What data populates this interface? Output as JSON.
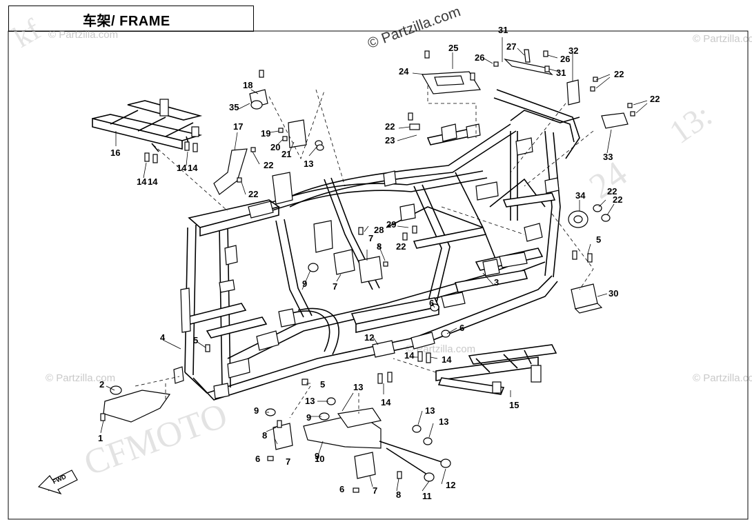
{
  "header": {
    "title": "车架/ FRAME"
  },
  "watermarks": {
    "main": "© Partzilla.com",
    "faint": "© Partzilla.com",
    "brand": "CFMOTO",
    "corner_left": "kf",
    "date_fragment": "24",
    "date_fragment_2": "13:"
  },
  "fwd_label": "FWD",
  "callouts": [
    {
      "id": "1",
      "label": "1"
    },
    {
      "id": "2",
      "label": "2"
    },
    {
      "id": "3",
      "label": "3"
    },
    {
      "id": "4",
      "label": "4"
    },
    {
      "id": "5",
      "label": "5"
    },
    {
      "id": "6",
      "label": "6"
    },
    {
      "id": "7",
      "label": "7"
    },
    {
      "id": "8",
      "label": "8"
    },
    {
      "id": "9",
      "label": "9"
    },
    {
      "id": "10",
      "label": "10"
    },
    {
      "id": "11",
      "label": "11"
    },
    {
      "id": "12",
      "label": "12"
    },
    {
      "id": "13",
      "label": "13"
    },
    {
      "id": "14",
      "label": "14"
    },
    {
      "id": "15",
      "label": "15"
    },
    {
      "id": "16",
      "label": "16"
    },
    {
      "id": "17",
      "label": "17"
    },
    {
      "id": "18",
      "label": "18"
    },
    {
      "id": "19",
      "label": "19"
    },
    {
      "id": "20",
      "label": "20"
    },
    {
      "id": "21",
      "label": "21"
    },
    {
      "id": "22",
      "label": "22"
    },
    {
      "id": "23",
      "label": "23"
    },
    {
      "id": "24",
      "label": "24"
    },
    {
      "id": "25",
      "label": "25"
    },
    {
      "id": "26",
      "label": "26"
    },
    {
      "id": "27",
      "label": "27"
    },
    {
      "id": "28",
      "label": "28"
    },
    {
      "id": "29",
      "label": "29"
    },
    {
      "id": "30",
      "label": "30"
    },
    {
      "id": "31",
      "label": "31"
    },
    {
      "id": "32",
      "label": "32"
    },
    {
      "id": "33",
      "label": "33"
    },
    {
      "id": "34",
      "label": "34"
    },
    {
      "id": "35",
      "label": "35"
    }
  ],
  "colors": {
    "line": "#000000",
    "watermark": "#c9c9c9",
    "background": "#ffffff"
  }
}
